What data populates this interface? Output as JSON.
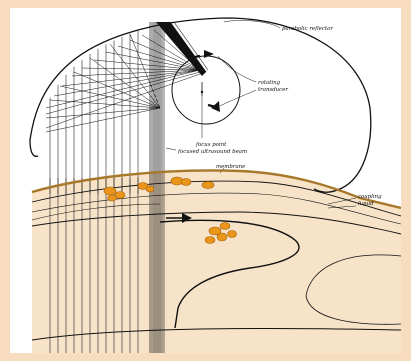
{
  "labels": {
    "parabolic_reflector": "parabolic reflector",
    "rotating_transducer_1": "rotating",
    "rotating_transducer_2": "transducer",
    "focus_point": "focus point",
    "focused_ultrasound_beam": "focused ultrasound beam",
    "membrane": "membrane",
    "coupling_1": "coupling",
    "coupling_2": "liquid"
  },
  "colors": {
    "frame": "#f7dcc0",
    "tissue": "#f7e3c8",
    "membrane": "#a7782a",
    "vesicles": "#e8951a",
    "lines": "#111111"
  }
}
